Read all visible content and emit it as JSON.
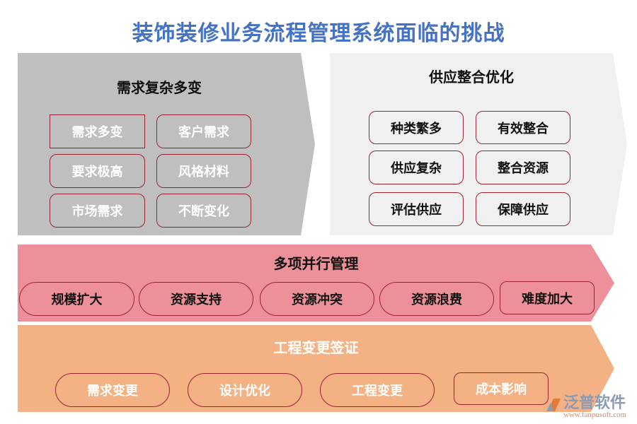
{
  "title": "装饰装修业务流程管理系统面临的挑战",
  "sections": {
    "demand": {
      "title": "需求复杂多变",
      "items": [
        "需求多变",
        "客户需求",
        "要求极高",
        "风格材料",
        "市场需求",
        "不断变化"
      ]
    },
    "supply": {
      "title": "供应整合优化",
      "items": [
        "种类繁多",
        "有效整合",
        "供应复杂",
        "整合资源",
        "评估供应",
        "保障供应"
      ]
    },
    "parallel": {
      "title": "多项并行管理",
      "items": [
        "规模扩大",
        "资源支持",
        "资源冲突",
        "资源浪费",
        "难度加大"
      ]
    },
    "change": {
      "title": "工程变更签证",
      "items": [
        "需求变更",
        "设计优化",
        "工程变更",
        "成本影响"
      ]
    }
  },
  "watermark": {
    "name": "泛普软件",
    "url": "www.fanpusoft.com"
  },
  "colors": {
    "title": "#4472c4",
    "demand": "#bfbfbf",
    "supply": "#f0f0f0",
    "parallel": "#ee9099",
    "change": "#f4b183",
    "border": "#9b2335"
  }
}
